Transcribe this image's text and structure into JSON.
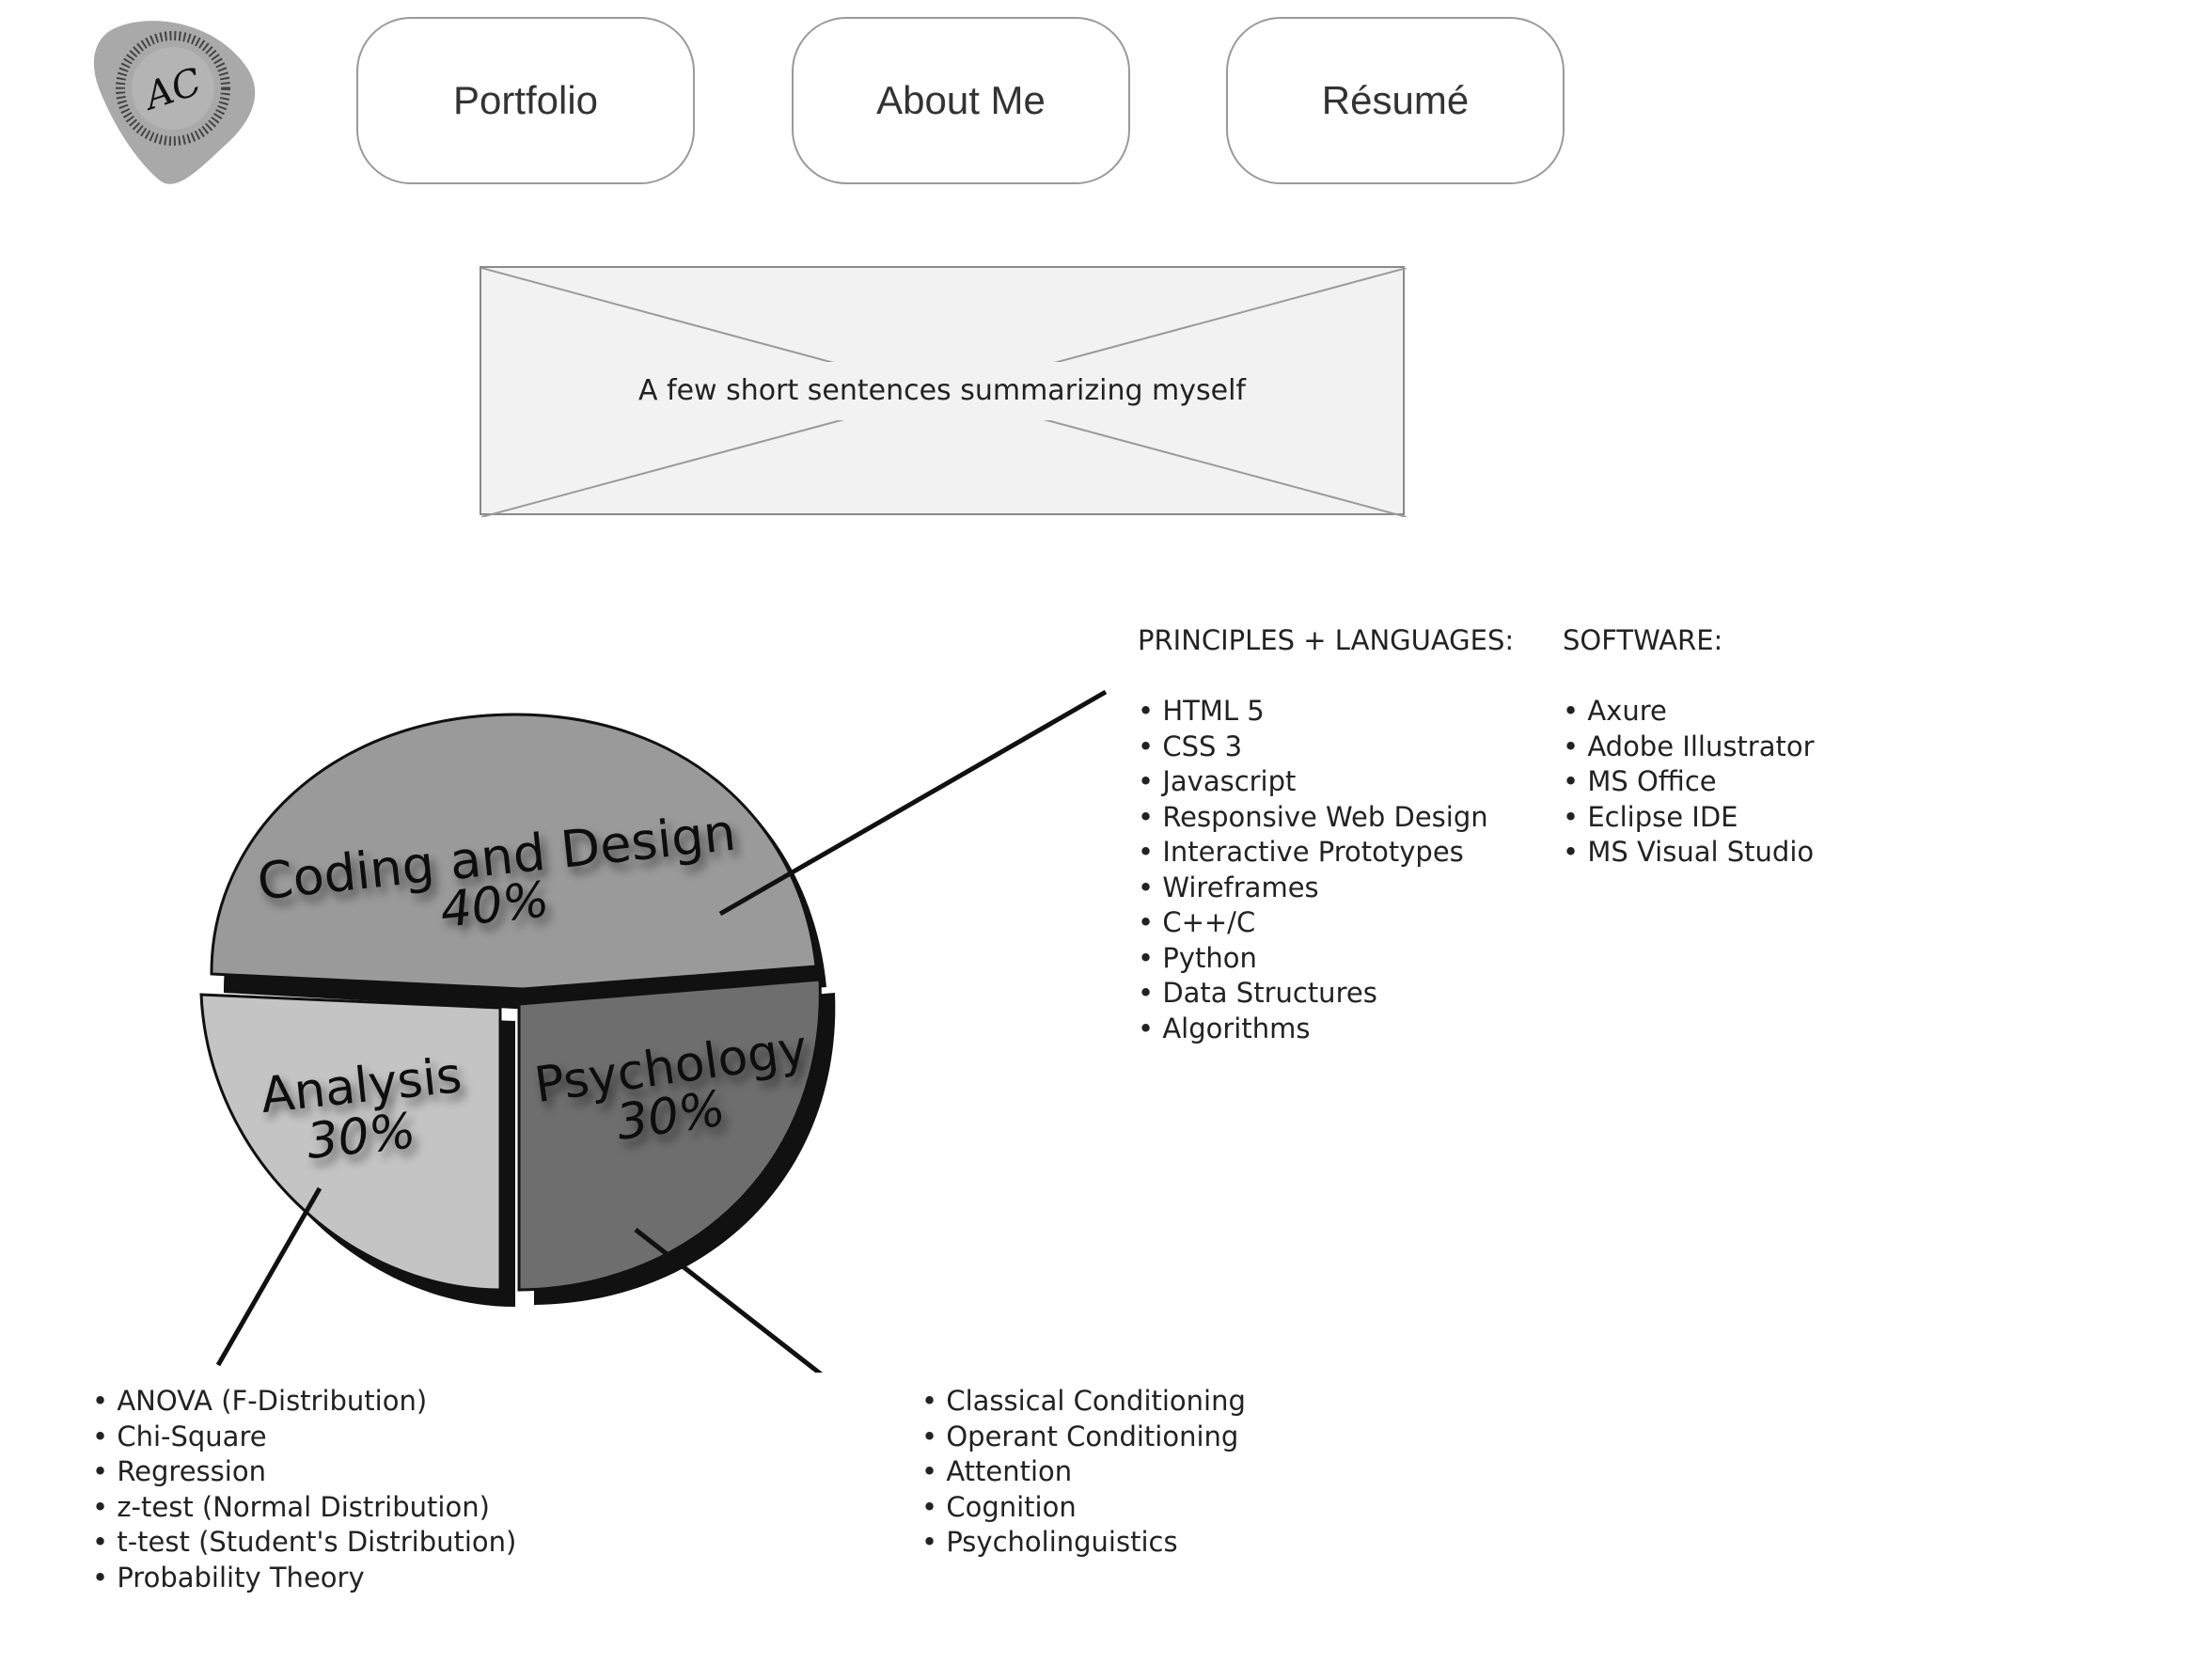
{
  "logo": {
    "monogram": "AC"
  },
  "nav": {
    "portfolio": "Portfolio",
    "about": "About Me",
    "resume": "Résumé"
  },
  "summary": {
    "text": "A few short sentences summarizing myself"
  },
  "chart_data": {
    "type": "pie",
    "categories": [
      "Coding and Design",
      "Analysis",
      "Psychology"
    ],
    "values": [
      40,
      30,
      30
    ],
    "labels": [
      "40%",
      "30%",
      "30%"
    ]
  },
  "principles": {
    "title": "PRINCIPLES + LANGUAGES:",
    "items": [
      "HTML 5",
      "CSS 3",
      "Javascript",
      "Responsive Web Design",
      "Interactive Prototypes",
      "Wireframes",
      "C++/C",
      "Python",
      "Data Structures",
      "Algorithms"
    ]
  },
  "software": {
    "title": "SOFTWARE:",
    "items": [
      "Axure",
      "Adobe Illustrator",
      "MS Office",
      "Eclipse IDE",
      "MS Visual Studio"
    ]
  },
  "analysis_items": [
    "ANOVA (F-Distribution)",
    "Chi-Square",
    "Regression",
    "z-test (Normal Distribution)",
    "t-test (Student's Distribution)",
    "Probability Theory"
  ],
  "psychology_items": [
    "Classical Conditioning",
    "Operant Conditioning",
    "Attention",
    "Cognition",
    "Psycholinguistics"
  ],
  "colors": {
    "coding": "#9a9a9a",
    "analysis": "#c4c4c4",
    "psychology": "#6e6e6e",
    "outline": "#111111",
    "logo": "#a9a9a9"
  }
}
